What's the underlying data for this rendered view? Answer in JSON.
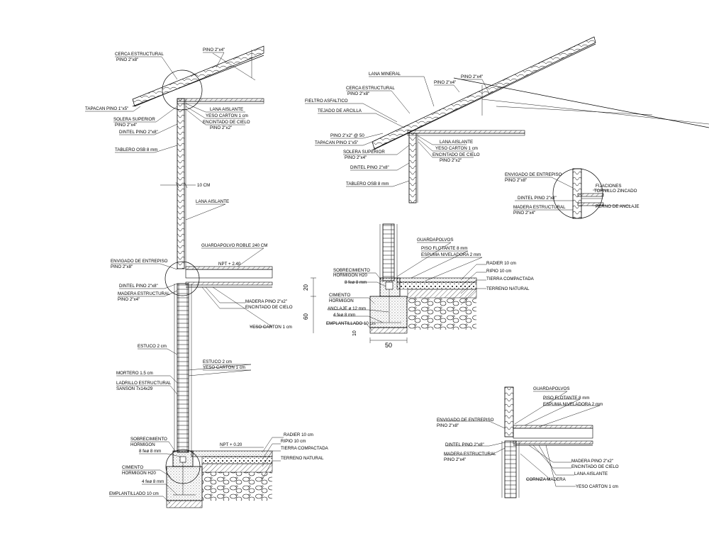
{
  "colors": {
    "ink": "#000000",
    "paper": "#ffffff"
  },
  "detail_a": {
    "roof": {
      "cerca_estructural": "CERCA ESTRUCTURAL",
      "cerca_pino": "PINO 2\"x8\"",
      "pino_top": "PINO 2\"x4\"",
      "tapacan": "TAPACAN PINO 1\"x5\"",
      "lana_aislante": "LANA AISLANTE",
      "yeso_carton": "YESO CARTON 1 cm",
      "encintado": "ENCINTADO DE CIELO",
      "encintado_pino": "PINO 2\"x2\"",
      "solera": "SOLERA SUPERIOR",
      "solera_pino": "PINO 2\"x4\"",
      "dintel": "DINTEL PINO 2\"x8\"",
      "tablero": "TABLERO OSB 8 mm"
    },
    "wall": {
      "dim": "10 CM",
      "lana_aislante": "LANA AISLANTE"
    },
    "floor": {
      "guardapolvo": "GUARDAPOLVO ROBLE 240 CM",
      "envigado": "ENVIGADO DE ENTREPISO",
      "envigado_pino": "PINO 2\"x8\"",
      "npt": "NPT + 2.40",
      "dintel": "DINTEL PINO 2\"x8\"",
      "madera": "MADERA ESTRUCTURAL",
      "madera_pino": "PINO 2\"x4\"",
      "madera_right": "MADERA PINO 2\"x2\"",
      "encintado": "ENCINTADO DE CIELO",
      "yeso": "YESO CARTON 1 cm"
    },
    "brick": {
      "estuco_left": "ESTUCO 2 cm",
      "estuco_right": "ESTUCO 2 cm",
      "yeso": "YESO CARTON 1 cm",
      "mortero": "MORTERO 1.5 cm",
      "ladrillo": "LADRILLO ESTRUCTURAL",
      "ladrillo_size": "SANSON 7x14x29"
    },
    "foundation": {
      "sobrecimiento": "SOBRECIMIENTO",
      "sobrecimiento_mat": "HORMIGON",
      "fe": "8 feø 8 mm",
      "npt": "NPT + 0.20",
      "radier": "RADIER 10 cm",
      "ripio": "RIPIO 10 cm",
      "tierra": "TIERRA COMPACTADA",
      "terreno": "TERRENO NATURAL",
      "cimiento": "CIMIENTO",
      "cimiento_mat": "HORMIGON H20",
      "fe2": "4 feø 8 mm",
      "emplantillado": "EMPLANTILLADO 10 cm"
    }
  },
  "detail_b": {
    "lana_mineral": "LANA MINERAL",
    "pino_2x4_a": "PINO 2\"x4\"",
    "pino_2x4_b": "PINO 2\"x4\"",
    "cerca": "CERCA ESTRUCTURAL",
    "cerca_pino": "PINO 2\"x8\"",
    "fieltro": "FIELTRO ASFALTICO",
    "tejado": "TEJADO DE ARCILLA",
    "pino_spacing": "PINO 2\"x2\" @ 50",
    "tapacan": "TAPACAN PINO 1\"x5\"",
    "solera": "SOLERA SUPERIOR",
    "solera_pino": "PINO 2\"x4\"",
    "dintel": "DINTEL PINO 2\"x8\"",
    "tablero": "TABLERO OSB 8 mm",
    "lana_aislante": "LANA AISLANTE",
    "yeso": "YESO CARTON 1 cm",
    "encintado": "ENCINTADO DE CIELO",
    "encintado_pino": "PINO 2\"x2\""
  },
  "detail_c": {
    "envigado": "ENVIGADO DE ENTREPISO",
    "envigado_pino": "PINO 2\"x8\"",
    "fijaciones": "FIJACIONES",
    "tornillo": "TORNILLO ZINCADO",
    "dintel": "DINTEL PINO 2\"x8\"",
    "perno": "PERNO DE ANCLAJE",
    "madera": "MADERA ESTRUCTURAL",
    "madera_pino": "PINO 2\"x4\""
  },
  "detail_d": {
    "guardapolvos": "GUARDAPOLVOS",
    "piso": "PISO FLOTANTE  8 mm",
    "espuma": "ESPUMA NIVELADORA 2 mm",
    "sobrecimiento": "SOBRECIMIENTO",
    "sobrecimiento_mat": "HORMIGON H20",
    "fe": "8 feø 8 mm",
    "radier": "RADIER 10 cm",
    "ripio": "RIPIO 10 cm",
    "tierra": "TIERRA COMPACTADA",
    "terreno": "TERRENO NATURAL",
    "cimiento": "CIMIENTO",
    "cimiento_mat": "HORMIGON",
    "anclaje": "ANCLAJE ø 12 mm",
    "fe2": "4 feø 8 mm",
    "emplantillado": "EMPLANTILLADO 10 cm",
    "dim_20": "20",
    "dim_60": "60",
    "dim_10": "10",
    "dim_50": "50"
  },
  "detail_e": {
    "guardapolvos": "GUARDAPOLVOS",
    "piso": "PISO FLOTANTE  8 mm",
    "espuma": "ESPUMA NIVELADORA 2 mm",
    "envigado": "ENVIGADO DE ENTREPISO",
    "envigado_pino": "PINO 2\"x8\"",
    "dintel": "DINTEL PINO 2\"x8\"",
    "madera": "MADERA ESTRUCTURAL",
    "madera_pino": "PINO 2\"x4\"",
    "madera_right": "MADERA PINO 2\"x2\"",
    "encintado": "ENCINTADO DE CIELO",
    "lana": "LANA AISLANTE",
    "cornisa": "CORNIZA MADERA",
    "yeso": "YESO CARTON 1 cm"
  }
}
